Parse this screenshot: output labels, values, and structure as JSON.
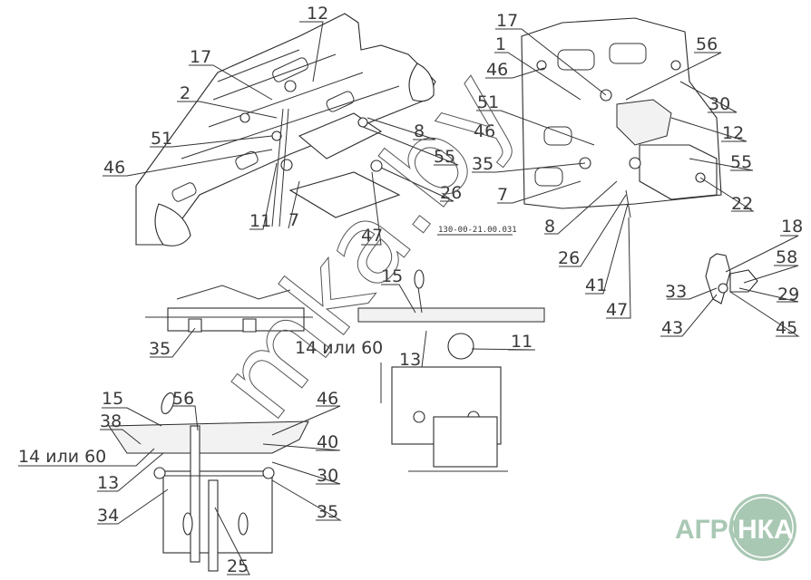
{
  "drawing_number": "130-00-21.00.031",
  "watermark": "mka.by",
  "logo": {
    "part1": "АГРО",
    "part2": "НКА",
    "color": "#a9c8b4"
  },
  "view_top_left": {
    "labels": [
      "12",
      "17",
      "2",
      "51",
      "46",
      "11",
      "7",
      "47",
      "26",
      "55",
      "8"
    ]
  },
  "view_top_right": {
    "labels": [
      "17",
      "1",
      "46",
      "56",
      "51",
      "30",
      "12",
      "46",
      "55",
      "35",
      "7",
      "8",
      "22",
      "26",
      "41",
      "47"
    ]
  },
  "view_detail": {
    "labels": [
      "18",
      "58",
      "33",
      "29",
      "43",
      "45"
    ]
  },
  "view_mid_left": {
    "labels": [
      "35"
    ]
  },
  "view_middle": {
    "labels": [
      "15",
      "14 или 60",
      "13",
      "11"
    ]
  },
  "view_bottom_left": {
    "labels": [
      "15",
      "56",
      "46",
      "38",
      "14 или 60",
      "40",
      "13",
      "30",
      "34",
      "35",
      "25"
    ]
  }
}
